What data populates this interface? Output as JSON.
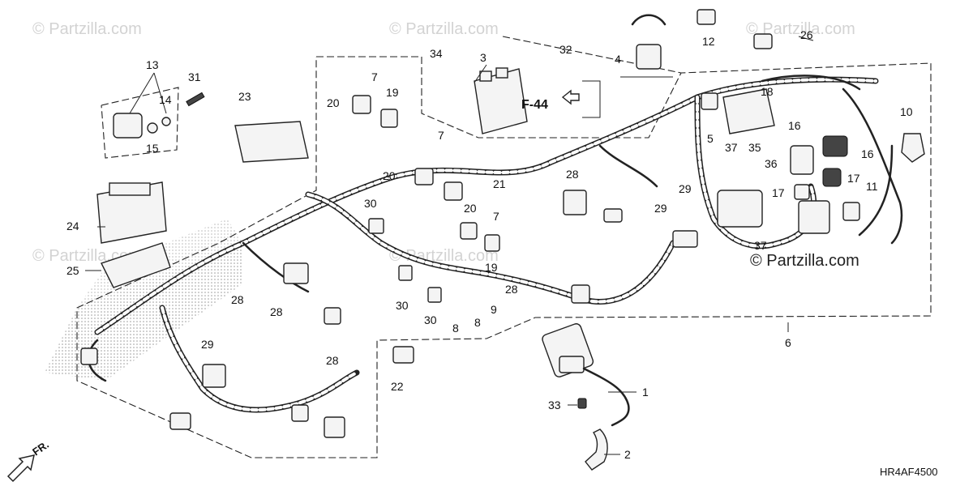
{
  "watermarks": [
    "© Partzilla.com",
    "© Partzilla.com",
    "© Partzilla.com",
    "© Partzilla.com",
    "© Partzilla.com"
  ],
  "watermark_main": "© Partzilla.com",
  "page_reference": "F-44",
  "diagram_code": "HR4AF4500",
  "direction_label": "FR.",
  "callouts": {
    "c1": "1",
    "c2": "2",
    "c3": "3",
    "c4": "4",
    "c5": "5",
    "c6": "6",
    "c7a": "7",
    "c7b": "7",
    "c7c": "7",
    "c8a": "8",
    "c8b": "8",
    "c9": "9",
    "c10": "10",
    "c11": "11",
    "c12": "12",
    "c13": "13",
    "c14": "14",
    "c15": "15",
    "c16a": "16",
    "c16b": "16",
    "c17a": "17",
    "c17b": "17",
    "c18": "18",
    "c19a": "19",
    "c19b": "19",
    "c20a": "20",
    "c20b": "20",
    "c20c": "20",
    "c21": "21",
    "c22": "22",
    "c23": "23",
    "c24": "24",
    "c25": "25",
    "c26": "26",
    "c28a": "28",
    "c28b": "28",
    "c28c": "28",
    "c28d": "28",
    "c28e": "28",
    "c29a": "29",
    "c29b": "29",
    "c29c": "29",
    "c30a": "30",
    "c30b": "30",
    "c30c": "30",
    "c31": "31",
    "c32": "32",
    "c33": "33",
    "c34": "34",
    "c35": "35",
    "c36": "36",
    "c37a": "37",
    "c37b": "37"
  },
  "colors": {
    "ink": "#222222",
    "watermark": "#d3d3d3",
    "background": "#ffffff"
  }
}
